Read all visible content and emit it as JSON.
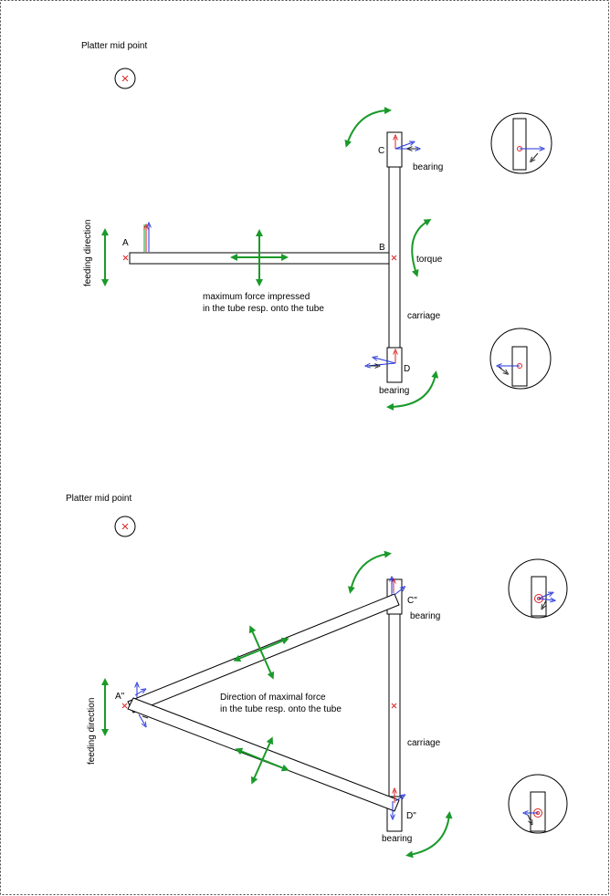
{
  "top_diagram": {
    "platter_label": "Platter mid point",
    "feeding_label": "feeding direction",
    "point_a": "A",
    "point_b": "B",
    "point_c": "C",
    "point_d": "D",
    "bearing_top": "bearing",
    "bearing_bottom": "bearing",
    "torque": "torque",
    "carriage": "carriage",
    "force_line1": "maximum force impressed",
    "force_line2": "in the tube resp. onto the tube"
  },
  "bottom_diagram": {
    "platter_label": "Platter mid point",
    "feeding_label": "feeding direction",
    "point_a": "A\"",
    "point_c": "C\"",
    "point_d": "D\"",
    "bearing_top": "bearing",
    "bearing_bottom": "bearing",
    "carriage": "carriage",
    "force_line1": "Direction of maximal force",
    "force_line2": "in the tube resp. onto the tube"
  },
  "colors": {
    "motion_arrow": "#1a9a2a",
    "force_vector": "#2233dd",
    "marker": "#dd2222"
  }
}
